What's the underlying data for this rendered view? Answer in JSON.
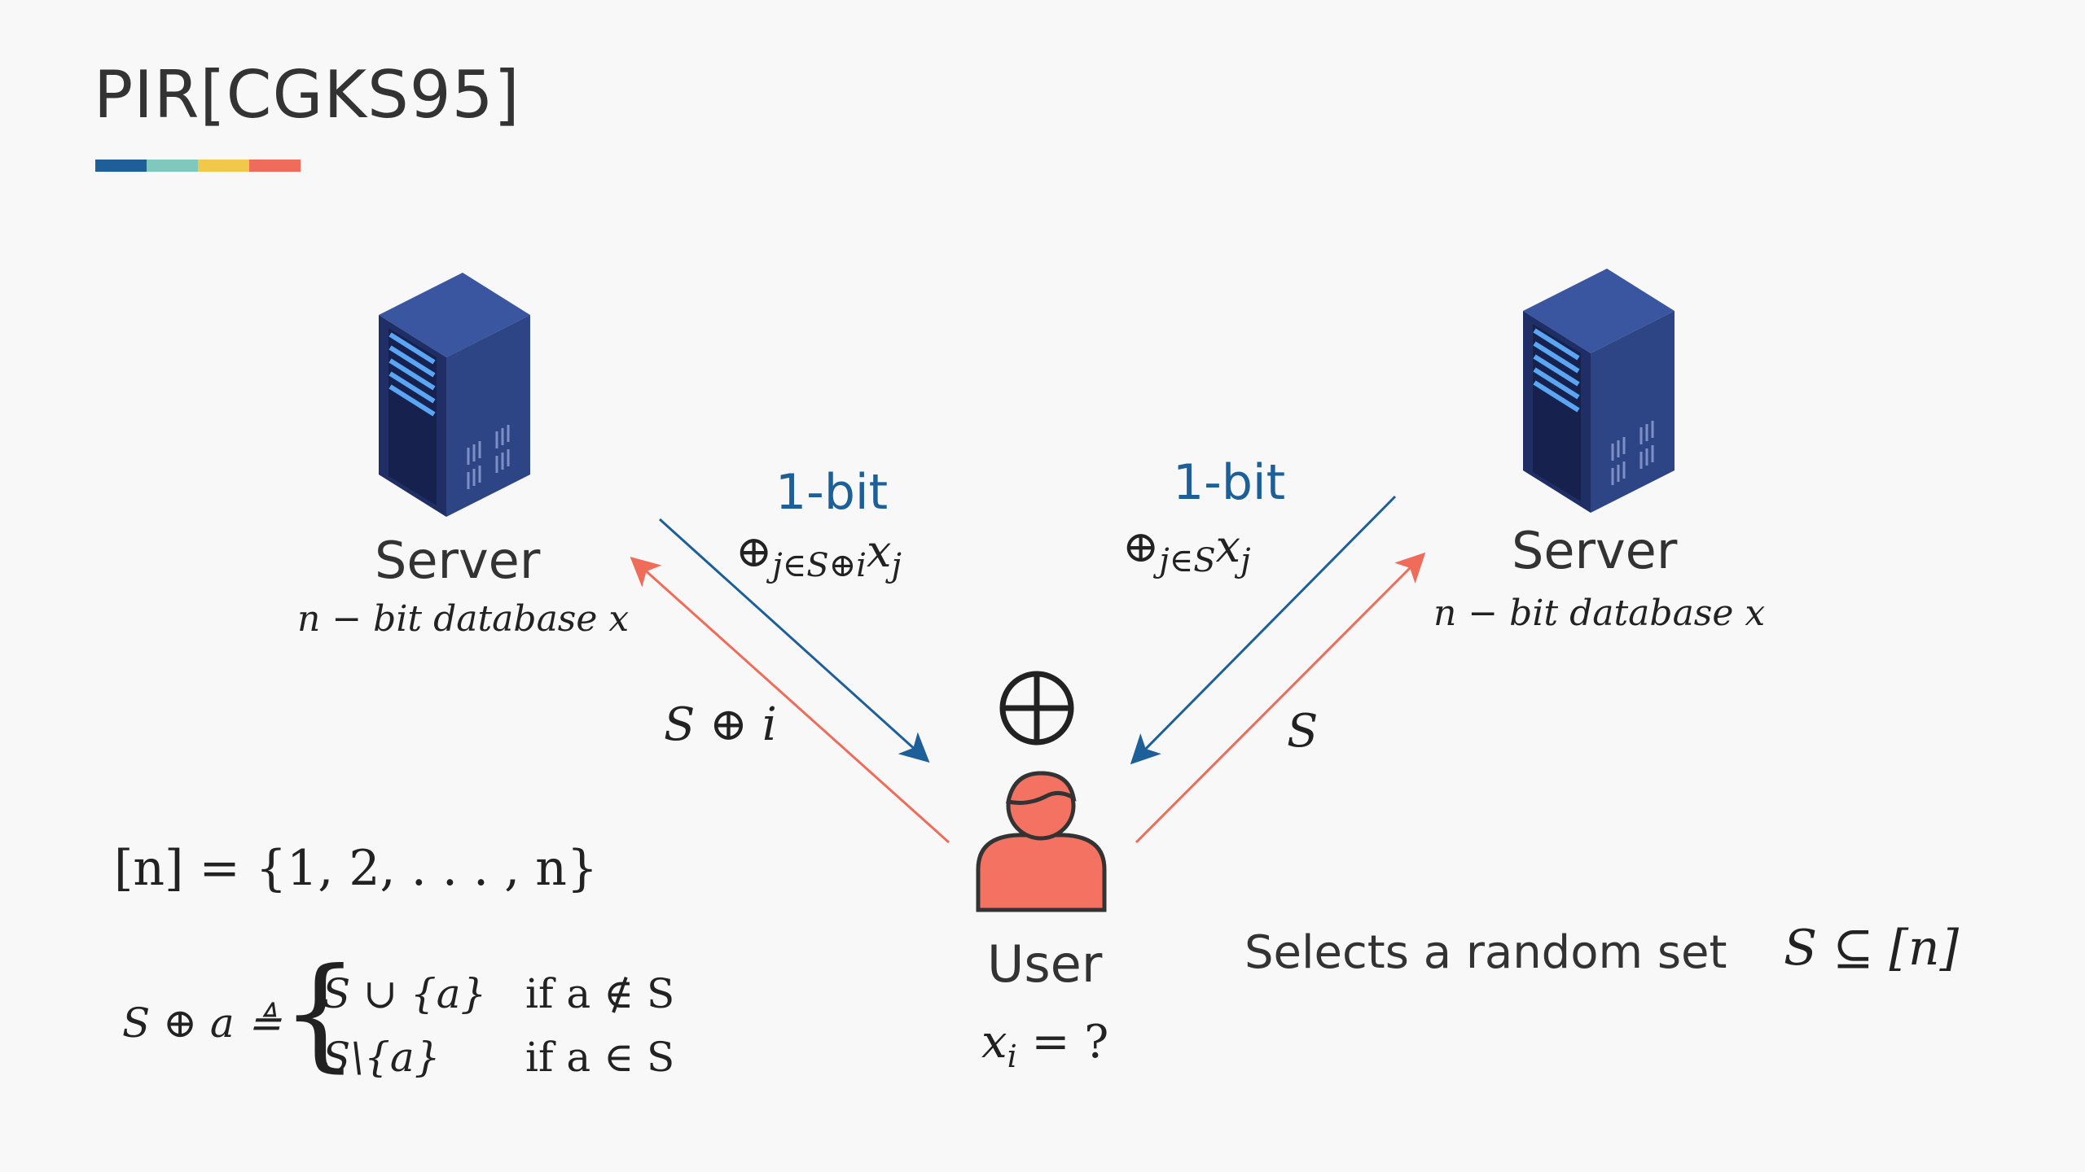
{
  "slide": {
    "title": "PIR[CGKS95]",
    "title_bar_colors": [
      "#1f5f99",
      "#7fc8bd",
      "#f2c84b",
      "#ef6b5a"
    ]
  },
  "left_server": {
    "label": "Server",
    "database_label": "n − bit database x"
  },
  "right_server": {
    "label": "Server",
    "database_label": "n − bit database x"
  },
  "left_response": {
    "size_label": "1-bit",
    "expression_main": "⊕",
    "expression_sub": "j∈S⊕i",
    "expression_var": "x",
    "expression_var_sub": "j"
  },
  "right_response": {
    "size_label": "1-bit",
    "expression_main": "⊕",
    "expression_sub": "j∈S",
    "expression_var": "x",
    "expression_var_sub": "j"
  },
  "left_query": "S ⊕ i",
  "right_query": "S",
  "user": {
    "label": "User",
    "unknown": "x",
    "unknown_sub": "i",
    "unknown_rest": " = ?",
    "combine_symbol": "⊕"
  },
  "definitions": {
    "range": "[n] = {1, 2, . . . , n}",
    "xor_lhs": "S ⊕ a ≜",
    "case1_value": "S ∪ {a}",
    "case1_condition": "if a ∉ S",
    "case2_value": "S\\{a}",
    "case2_condition": "if a ∈ S"
  },
  "selection": {
    "text": "Selects a random set",
    "math": "S ⊆ [n]"
  },
  "colors": {
    "response_arrow": "#1d5f98",
    "query_arrow": "#ef6b5a",
    "server_dark": "#1f2f66",
    "server_mid": "#2d4585",
    "server_light": "#3a56a0",
    "server_accent": "#5aa6f5",
    "user_fill": "#f47262",
    "outline": "#333333"
  }
}
